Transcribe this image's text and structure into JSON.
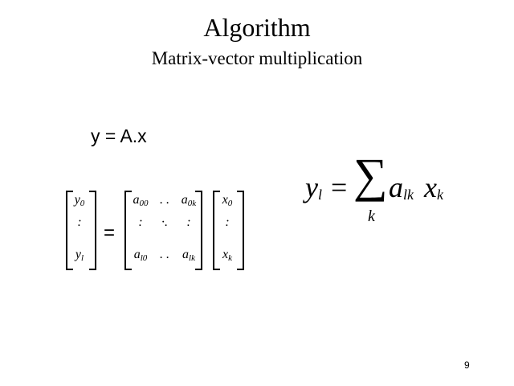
{
  "title": "Algorithm",
  "subtitle": "Matrix-vector multiplication",
  "equation": "y = A.x",
  "matrix_eq": {
    "y": [
      {
        "v": "y",
        "s": "0"
      },
      {
        "v": ":",
        "s": ""
      },
      {
        "v": "y",
        "s": "l"
      }
    ],
    "equals": "=",
    "A": [
      [
        {
          "v": "a",
          "s": "00"
        },
        {
          "v": ". .",
          "s": ""
        },
        {
          "v": "a",
          "s": "0k"
        }
      ],
      [
        {
          "v": ":",
          "s": ""
        },
        {
          "v": "·.",
          "s": ""
        },
        {
          "v": ":",
          "s": ""
        }
      ],
      [
        {
          "v": "a",
          "s": "l0"
        },
        {
          "v": ". .",
          "s": ""
        },
        {
          "v": "a",
          "s": "lk"
        }
      ]
    ],
    "x": [
      {
        "v": "x",
        "s": "0"
      },
      {
        "v": ":",
        "s": ""
      },
      {
        "v": "x",
        "s": "k"
      }
    ]
  },
  "sum_formula": {
    "lhs": "y",
    "lhs_sub": "l",
    "equals": "=",
    "sigma": "∑",
    "sigma_index": "k",
    "term_a": "a",
    "term_a_sub": "lk",
    "term_x": "x",
    "term_x_sub": "k"
  },
  "page_number": "9"
}
